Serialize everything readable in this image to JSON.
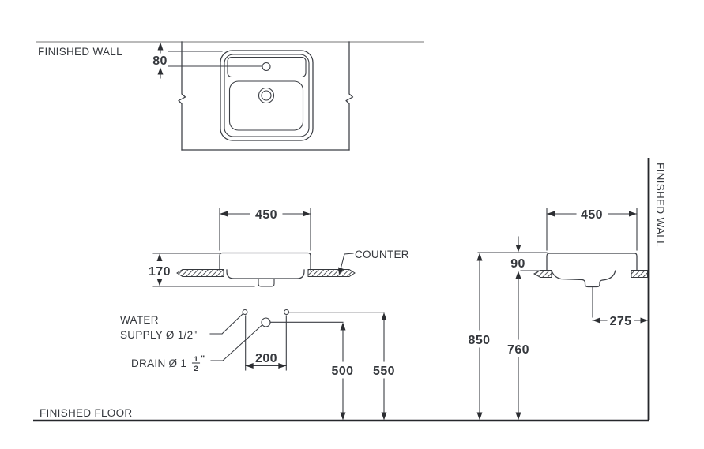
{
  "labels": {
    "finished_wall_top": "FINISHED WALL",
    "finished_wall_side": "FINISHED WALL",
    "finished_floor": "FINISHED FLOOR",
    "counter": "COUNTER",
    "water_supply": {
      "line1": "WATER",
      "line2": "SUPPLY Ø 1/2\""
    },
    "drain": {
      "prefix": "DRAIN Ø 1",
      "frac_numerator": "1",
      "frac_denominator": "2",
      "suffix": "\""
    }
  },
  "dimensions_mm": {
    "faucet_center_to_wall": "80",
    "basin_width_front": "450",
    "basin_depth_side": "450",
    "basin_height": "170",
    "rim_above_counter": "90",
    "supply_spacing": "200",
    "drain_height": "500",
    "supply_height": "550",
    "counter_height": "760",
    "rim_height": "850",
    "drain_to_wall": "275"
  },
  "colors": {
    "line": "#3b3e44",
    "thick_line": "#25272b",
    "wall_top_line": "#a3a3a3",
    "text": "#35383d",
    "background": "#ffffff"
  }
}
